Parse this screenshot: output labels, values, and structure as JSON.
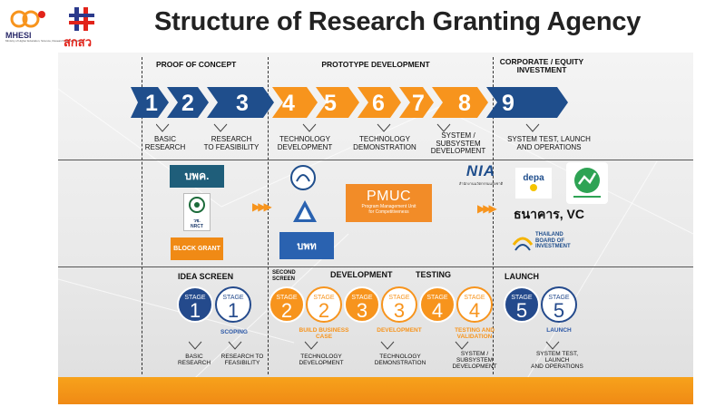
{
  "title": "Structure of Research Granting Agency",
  "logos": {
    "mhesi": {
      "name": "MHESI",
      "sub": "Ministry of Higher Education, Science, Research and Innovation"
    },
    "tsri": {
      "name": "สกสว"
    }
  },
  "sections": {
    "proof": "PROOF OF CONCEPT",
    "prototype": "PROTOTYPE DEVELOPMENT",
    "corporate": "CORPORATE /  EQUITY\nINVESTMENT"
  },
  "steps": [
    "1",
    "2",
    "3",
    "4",
    "5",
    "6",
    "7",
    "8",
    "9"
  ],
  "step_labels": {
    "basic": "BASIC\nRESEARCH",
    "feasibility": "RESEARCH\nTO FEASIBILITY",
    "techdev": "TECHNOLOGY\nDEVELOPMENT",
    "techdemo": "TECHNOLOGY\nDEMONSTRATION",
    "system": "SYSTEM /\nSUBSYSTEM\nDEVELOPMENT",
    "systest": "SYSTEM TEST, LAUNCH\nAND OPERATIONS"
  },
  "agencies": {
    "wpk": "บพค.",
    "nrct": "วช.\nNRCT",
    "block_grant": "BLOCK GRANT",
    "pmuc_title": "PMUC",
    "pmuc_sub": "Program Management Unit\nfor Competitiveness",
    "bpt": "บพท",
    "nia": "NIA",
    "nia_sub": "สำนักงานนวัตกรรมแห่งชาติ",
    "depa": "depa",
    "bank_vc": "ธนาคาร, VC",
    "boi": "THAILAND\nBOARD OF\nINVESTMENT"
  },
  "lower": {
    "idea_screen": "IDEA SCREEN",
    "second_screen": "SECOND\nSCREEN",
    "development": "DEVELOPMENT",
    "testing": "TESTING",
    "launch": "LAUNCH",
    "stage_word": "STAGE",
    "scoping": "SCOPING",
    "build_business_case": "BUILD BUSINESS\nCASE",
    "development_lbl": "DEVELOPMENT",
    "testing_validation": "TESTING AND\nVALIDATION",
    "launch_lbl": "LAUNCH",
    "basic": "BASIC\nRESEARCH",
    "feasibility": "RESEARCH TO\nFEASIBILITY",
    "techdev": "TECHNOLOGY\nDEVELOPMENT",
    "techdemo": "TECHNOLOGY\nDEMONSTRATION",
    "system": "SYSTEM /\nSUBSYSTEM\nDEVELOPMENT",
    "systest": "SYSTEM TEST,\nLAUNCH\nAND OPERATIONS",
    "stage_nums": [
      "1",
      "1",
      "2",
      "2",
      "3",
      "3",
      "4",
      "4",
      "5",
      "5"
    ]
  },
  "colors": {
    "navy": "#244a8c",
    "orange": "#f7941d",
    "chevron_blue": "#1f4e8c"
  }
}
